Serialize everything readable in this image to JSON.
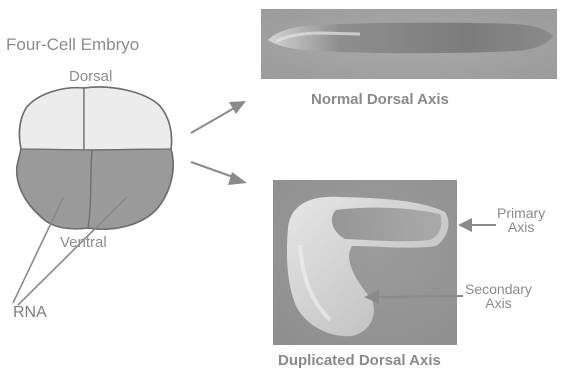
{
  "title": "Four-Cell Embryo",
  "embryo": {
    "dorsal_label": "Dorsal",
    "ventral_label": "Ventral",
    "rna_label": "RNA"
  },
  "normal": {
    "caption": "Normal Dorsal Axis"
  },
  "duplicated": {
    "caption": "Duplicated Dorsal Axis",
    "primary_label_line1": "Primary",
    "primary_label_line2": "Axis",
    "secondary_label_line1": "Secondary",
    "secondary_label_line2": "Axis"
  },
  "colors": {
    "dorsal_cells": "#ececec",
    "ventral_cells": "#9a9a9a",
    "outline": "#6e6e6e",
    "arrow": "#8a8a8a",
    "text": "#8a8a8a"
  }
}
